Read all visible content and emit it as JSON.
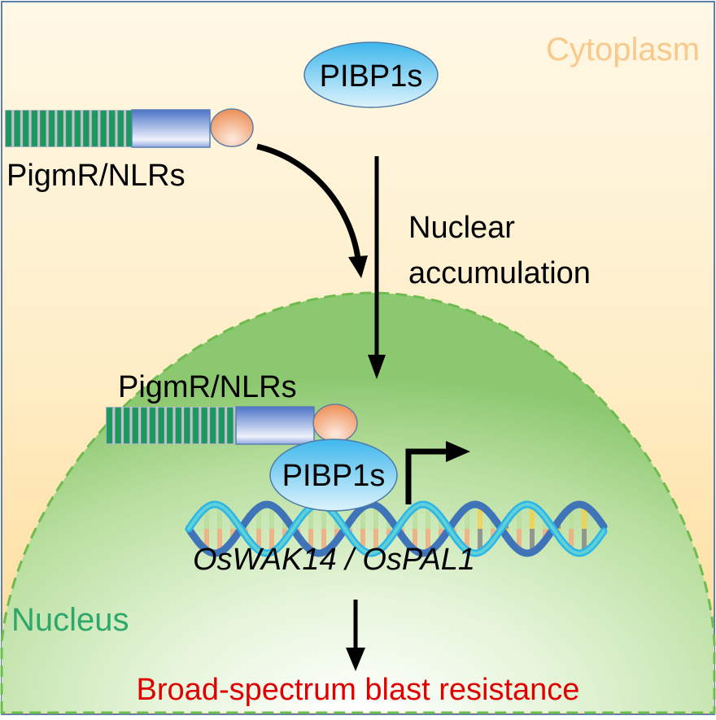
{
  "diagram": {
    "compartments": {
      "cytoplasm_label": "Cytoplasm",
      "nucleus_label": "Nucleus"
    },
    "cytoplasm": {
      "protein_label": "PIBP1s",
      "receptor_label": "PigmR/NLRs"
    },
    "process_label_line1": "Nuclear",
    "process_label_line2": "accumulation",
    "nucleus": {
      "receptor_label": "PigmR/NLRs",
      "protein_label": "PIBP1s",
      "genes_label": "OsWAK14 / OsPAL1",
      "outcome_label": "Broad-spectrum blast resistance"
    },
    "icons": [
      "protein-ellipse-icon",
      "nlr-receptor-icon",
      "dna-helix-icon",
      "transcription-start-arrow-icon",
      "flow-arrow-icon"
    ],
    "colors": {
      "cytoplasm_label": "#F8C98A",
      "nucleus_label": "#2EA86A",
      "outcome_label": "#E00000",
      "lrr_green": "#1A9A5A",
      "nbs_blue": "#4A72C4",
      "cc_orange": "#EE9966",
      "pibp_blue": "#5AC4EE"
    }
  }
}
